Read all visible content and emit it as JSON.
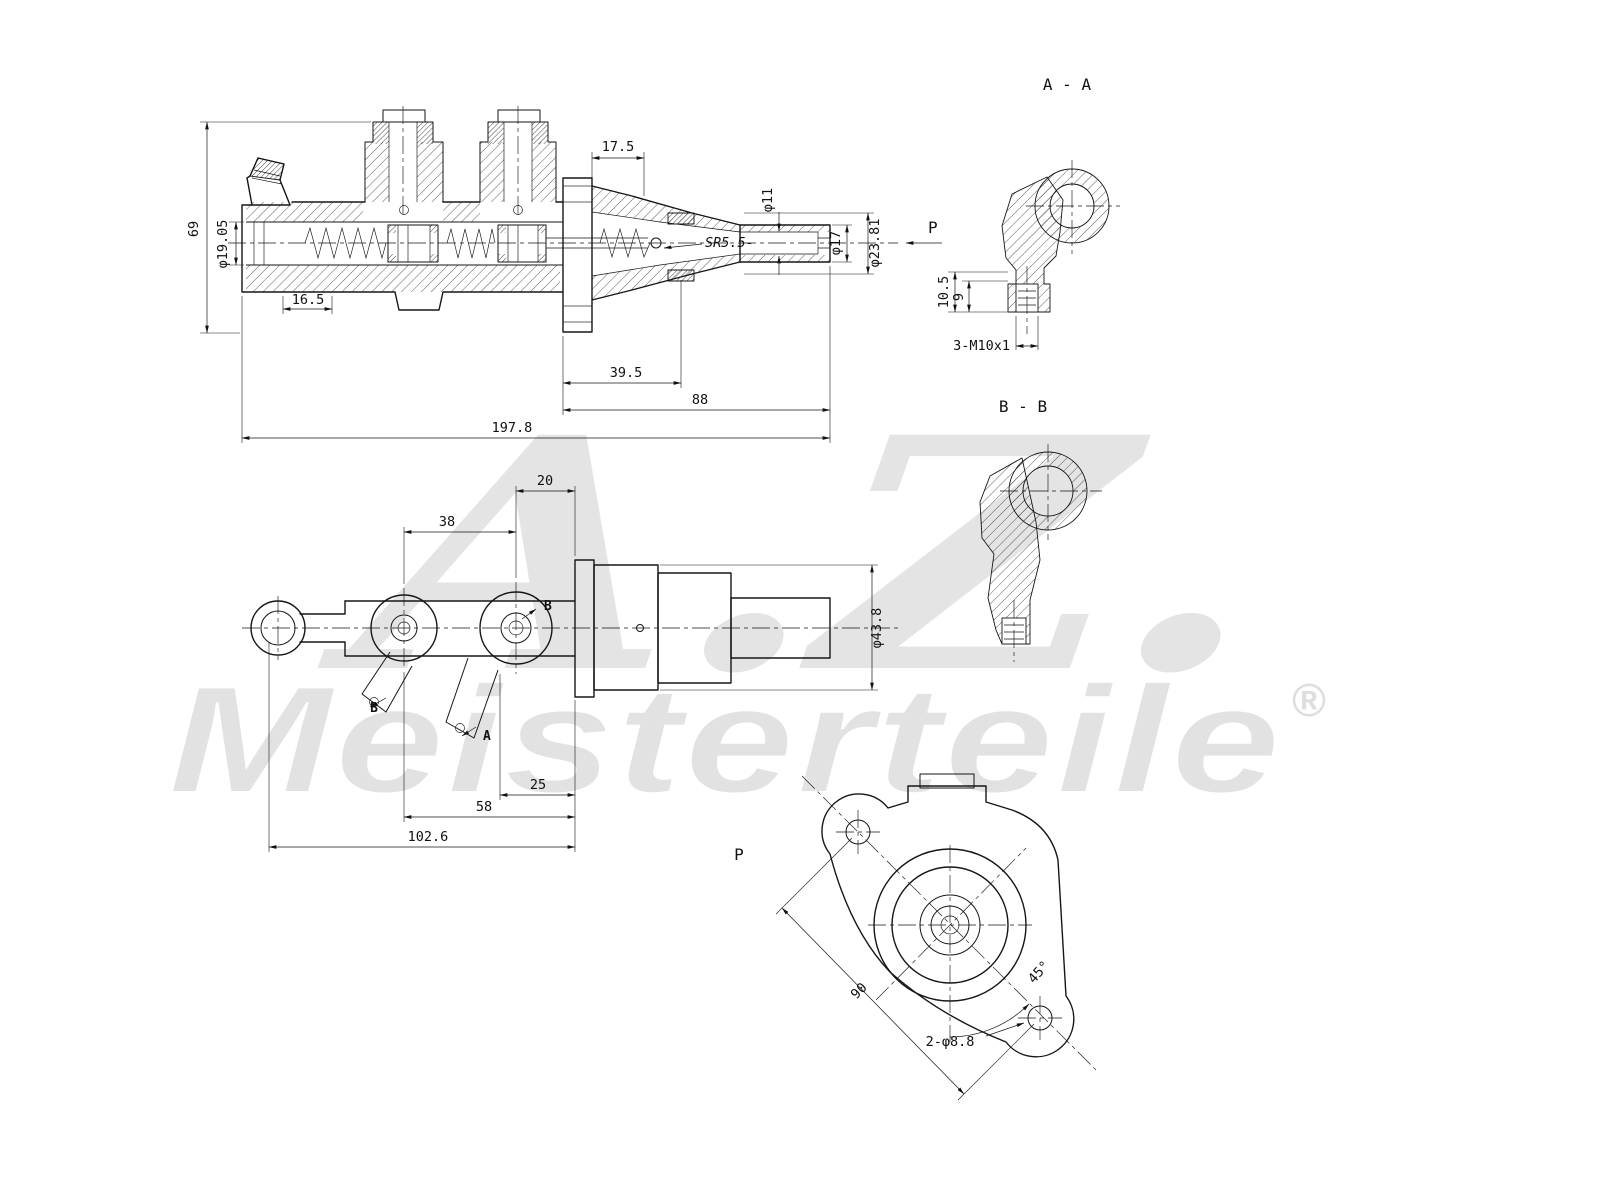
{
  "watermark": {
    "logo": "A.Z.",
    "name": "Meisterteile",
    "registered": "®"
  },
  "views": {
    "main_section": {
      "p_marker": "P",
      "dims": {
        "d17_5": "17.5",
        "d69": "69",
        "d19_05": "φ19.05",
        "d16_5": "16.5",
        "d39_5": "39.5",
        "d88": "88",
        "d197_8": "197.8",
        "d11": "φ11",
        "d17": "φ17",
        "d23_81": "φ23.81",
        "sr5_5": "SR5.5-"
      }
    },
    "section_aa": {
      "label": "A - A",
      "dims": {
        "d10_5": "10.5",
        "d9": "9",
        "thread": "3-M10x1"
      }
    },
    "section_bb": {
      "label": "B - B"
    },
    "bottom_view": {
      "dims": {
        "d20": "20",
        "d38": "38",
        "d43_8": "φ43.8",
        "d25": "25",
        "d58": "58",
        "d102_6": "102.6"
      },
      "markers": {
        "b_top": "B",
        "b_bottom": "B",
        "a_bottom": "A"
      }
    },
    "view_p": {
      "label": "P",
      "dims": {
        "d90": "90",
        "d8_8": "2-φ8.8",
        "d45": "45°"
      }
    }
  }
}
